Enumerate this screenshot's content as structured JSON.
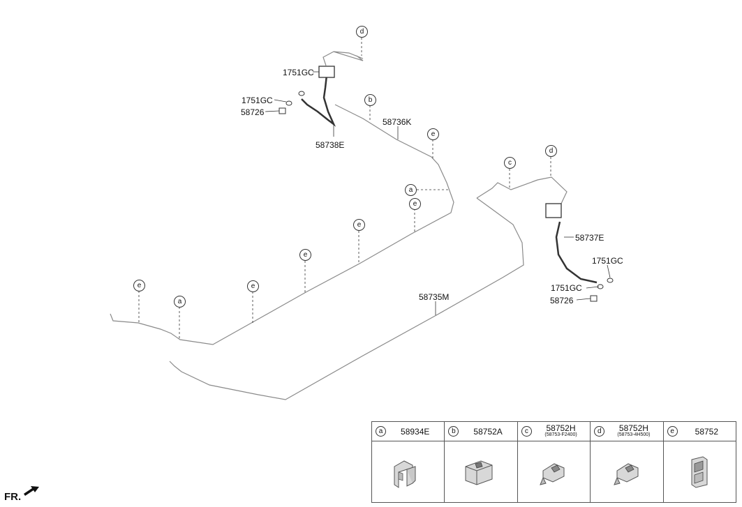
{
  "parts": {
    "p58736K": "58736K",
    "p58738E": "58738E",
    "p58737E": "58737E",
    "p58735M": "58735M",
    "clip_1751GC_a": "1751GC",
    "clip_1751GC_b": "1751GC",
    "clip_1751GC_c": "1751GC",
    "clip_1751GC_d": "1751GC",
    "bolt_58726_a": "58726",
    "bolt_58726_b": "58726"
  },
  "callouts": {
    "a": "a",
    "b": "b",
    "c": "c",
    "d": "d",
    "e": "e"
  },
  "legend": [
    {
      "mark": "a",
      "part": "58934E",
      "sub": ""
    },
    {
      "mark": "b",
      "part": "58752A",
      "sub": ""
    },
    {
      "mark": "c",
      "part": "58752H",
      "sub": "(58753-F2400)"
    },
    {
      "mark": "d",
      "part": "58752H",
      "sub": "(58753-4H500)"
    },
    {
      "mark": "e",
      "part": "58752",
      "sub": ""
    }
  ],
  "direction_label": "FR.",
  "colors": {
    "line": "#8a8a8a",
    "hose": "#333333"
  }
}
